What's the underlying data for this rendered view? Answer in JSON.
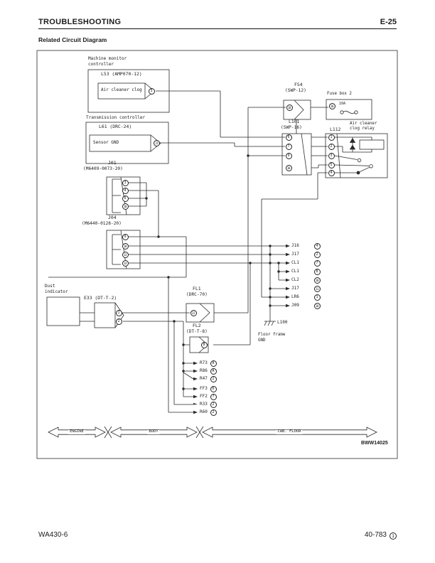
{
  "page": {
    "header": {
      "title": "TROUBLESHOOTING",
      "page_number": "E-25"
    },
    "subtitle": "Related Circuit Diagram",
    "figure_code": "BWW14025",
    "footer": {
      "left": "WA430-6",
      "right": "40-783",
      "right_circle": "1"
    }
  },
  "diagram": {
    "machine_monitor": {
      "label1": "Machine monitor",
      "label2": "controller",
      "connector": "L53 (AMP070-12)",
      "signal": "Air cleaner clog",
      "pin": "3"
    },
    "transmission": {
      "label": "Transmission controller",
      "connector": "L61 (DRC-24)",
      "signal": "Sensor GND",
      "pin": "21"
    },
    "j01": {
      "name": "J01",
      "part": "(M6409-0073-20)",
      "pins": [
        "3",
        "4",
        "6",
        "10"
      ]
    },
    "j04": {
      "name": "J04",
      "part": "(M6440-0128-20)",
      "pins": [
        "9",
        "10",
        "13",
        "14"
      ]
    },
    "fs4": {
      "name": "FS4",
      "part": "(SWP-12)",
      "pin": "10"
    },
    "fuse_box2": {
      "name": "Fuse box 2",
      "pin": "10",
      "rating": "10A"
    },
    "l101": {
      "name": "L101",
      "part": "(SWP-16)",
      "pins": [
        "6",
        "7",
        "9",
        "10"
      ]
    },
    "l112": {
      "name": "L112",
      "label1": "Air cleaner",
      "label2": "clog relay",
      "pins": [
        "1",
        "2",
        "3",
        "5",
        "4"
      ]
    },
    "right_list": [
      {
        "label": "J16",
        "pin": "4"
      },
      {
        "label": "J17",
        "pin": "2"
      },
      {
        "label": "CL1",
        "pin": "7"
      },
      {
        "label": "CL1",
        "pin": "8"
      },
      {
        "label": "CL2",
        "pin": "10"
      },
      {
        "label": "J17",
        "pin": "11"
      },
      {
        "label": "LR6",
        "pin": "1"
      },
      {
        "label": "J09",
        "pin": "10"
      }
    ],
    "l100": {
      "name": "L100",
      "label1": "Floor frame",
      "label2": "GND"
    },
    "dust_indicator": {
      "label1": "Dust",
      "label2": "indicator"
    },
    "e33": {
      "label": "E33 (DT-T-2)",
      "pins": [
        "1",
        "2"
      ]
    },
    "fl1": {
      "name": "FL1",
      "part": "(DRC-70)",
      "pin": "22"
    },
    "fl2": {
      "name": "FL2",
      "part": "(DT-T-8)",
      "pin": "8"
    },
    "bottom_list": [
      {
        "label": "R73",
        "pin": "A"
      },
      {
        "label": "R86",
        "pin": "A"
      },
      {
        "label": "R47",
        "pin": "2"
      },
      {
        "label": "FF3",
        "pin": "6"
      },
      {
        "label": "FF2",
        "pin": "7"
      },
      {
        "label": "R33",
        "pin": "2"
      },
      {
        "label": "R60",
        "pin": "2"
      }
    ],
    "zones": [
      "ENGINE",
      "BODY",
      "CAB. FLOOR"
    ]
  }
}
